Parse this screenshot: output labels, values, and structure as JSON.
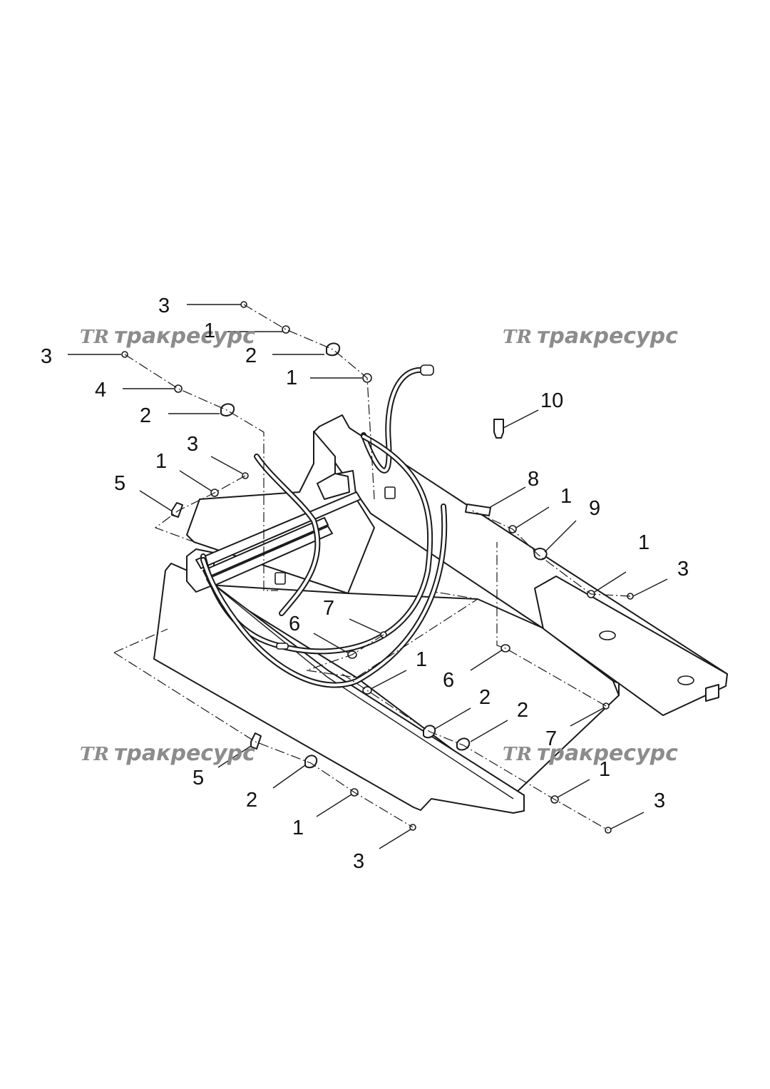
{
  "watermark": {
    "logo": "TR",
    "text": "тракресурс",
    "color": "#8c8c8c"
  },
  "callouts": {
    "c01": "3",
    "c02": "1",
    "c03": "2",
    "c04": "1",
    "c05": "3",
    "c06": "4",
    "c07": "2",
    "c08": "3",
    "c09": "1",
    "c10": "5",
    "c11": "10",
    "c12": "8",
    "c13": "1",
    "c14": "9",
    "c15": "1",
    "c16": "3",
    "c17": "7",
    "c18": "6",
    "c19": "1",
    "c20": "6",
    "c21": "2",
    "c22": "2",
    "c23": "7",
    "c24": "1",
    "c25": "3",
    "c26": "5",
    "c27": "2",
    "c28": "1",
    "c29": "3"
  }
}
